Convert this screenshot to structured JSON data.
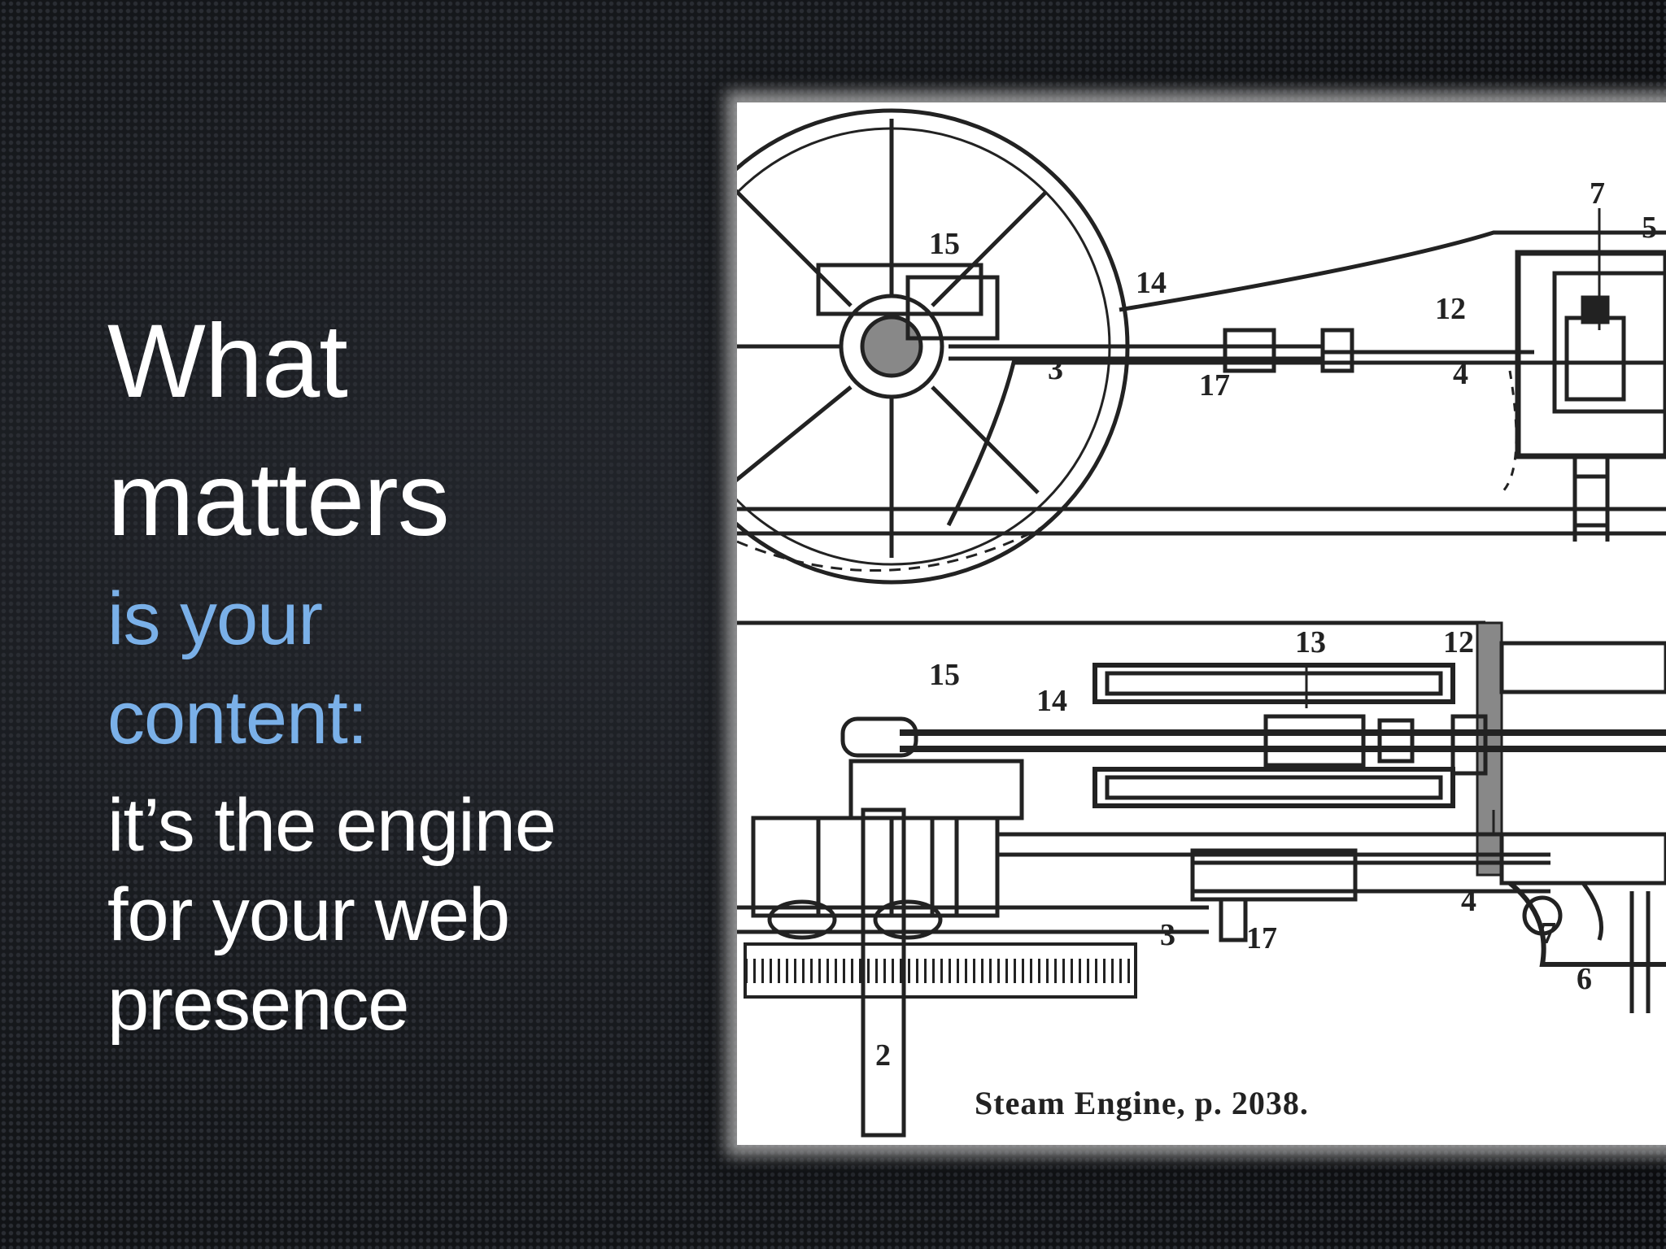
{
  "slide": {
    "headline_lines": [
      "What",
      "matters"
    ],
    "subhead_lines": [
      "is your",
      "content:"
    ],
    "body_lines": [
      "it’s the engine",
      "for your web",
      "presence"
    ]
  },
  "figure": {
    "caption": "Steam Engine, p. 2038.",
    "labels": {
      "top_15": "15",
      "top_14": "14",
      "top_3": "3",
      "top_17": "17",
      "top_12": "12",
      "top_4": "4",
      "top_7": "7",
      "top_5": "5",
      "bot_13": "13",
      "bot_12": "12",
      "bot_15": "15",
      "bot_14": "14",
      "bot_3": "3",
      "bot_17": "17",
      "bot_4": "4",
      "bot_7": "7",
      "bot_6": "6",
      "bot_2": "2"
    },
    "colors": {
      "line": "#222222",
      "paper": "#ffffff"
    }
  },
  "theme": {
    "headline_color": "#ffffff",
    "subhead_color": "#7ab0e8",
    "background": "#15171b"
  }
}
